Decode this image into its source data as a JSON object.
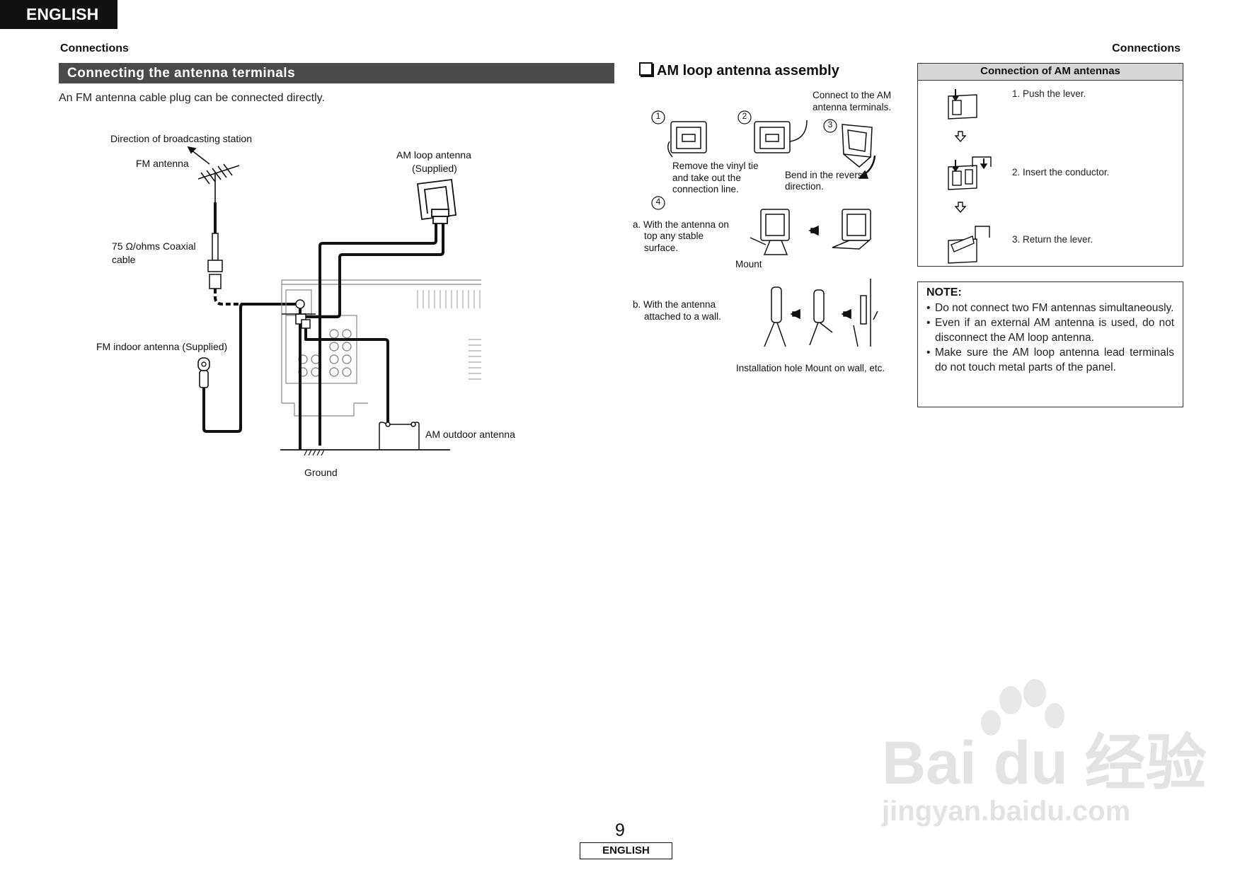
{
  "header": {
    "language_tab": "ENGLISH",
    "section_left": "Connections",
    "section_right": "Connections"
  },
  "left": {
    "title": "Connecting the antenna terminals",
    "intro": "An FM antenna cable plug can be connected directly.",
    "labels": {
      "direction": "Direction of broadcasting station",
      "fm_antenna": "FM antenna",
      "coax_1": "75 Ω/ohms Coaxial",
      "coax_2": "cable",
      "fm_indoor": "FM indoor antenna (Supplied)",
      "am_loop_1": "AM loop antenna",
      "am_loop_2": "(Supplied)",
      "am_outdoor": "AM outdoor antenna",
      "ground": "Ground"
    }
  },
  "middle": {
    "title": "AM loop antenna assembly",
    "connect_1": "Connect to the AM",
    "connect_2": "antenna terminals.",
    "step_numbers": [
      "1",
      "2",
      "3",
      "4"
    ],
    "remove_1": "Remove the vinyl tie",
    "remove_2": "and take out the",
    "remove_3": "connection line.",
    "bend_1": "Bend in the reverse",
    "bend_2": "direction.",
    "a_1": "a. With the antenna on",
    "a_2": "top any stable",
    "a_3": "surface.",
    "mount": "Mount",
    "b_1": "b. With the antenna",
    "b_2": "attached to a wall.",
    "install": "Installation hole Mount on wall, etc."
  },
  "right": {
    "panel_title": "Connection of AM antennas",
    "steps": [
      "1. Push the lever.",
      "2. Insert the conductor.",
      "3. Return the lever."
    ],
    "note_title": "NOTE:",
    "notes": [
      "Do not connect two FM antennas simultaneously.",
      "Even if an external AM antenna is used, do not disconnect the AM loop antenna.",
      "Make sure the AM loop antenna lead terminals do not touch metal parts of the panel."
    ]
  },
  "footer": {
    "page_number": "9",
    "language_tab": "ENGLISH"
  },
  "watermark": {
    "brand": "Bai du 经验",
    "url": "jingyan.baidu.com"
  }
}
